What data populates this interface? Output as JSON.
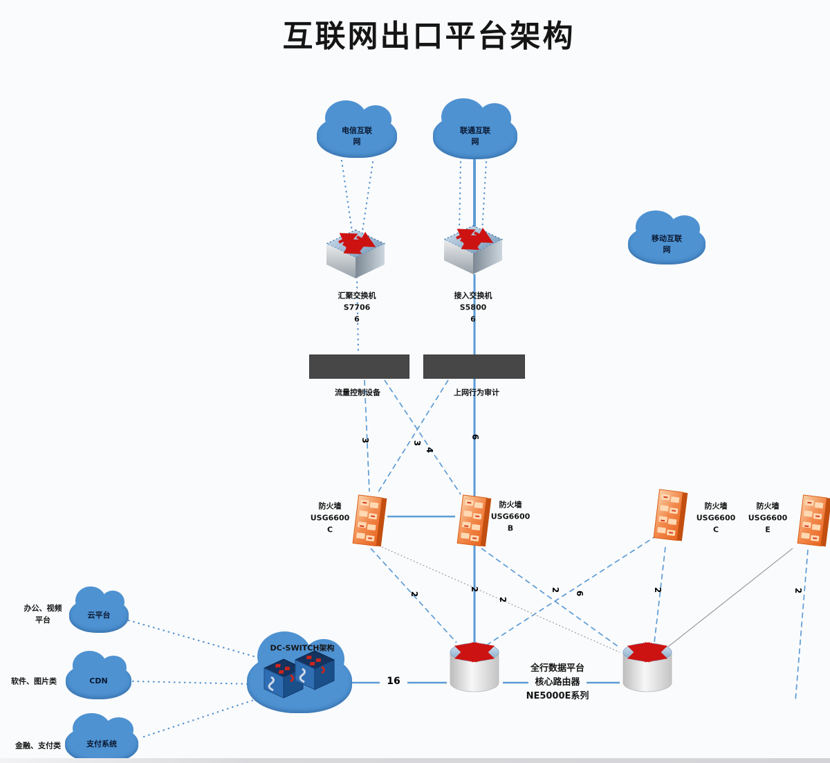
{
  "title": "互联网出口平台架构",
  "colors": {
    "cloud_fill": "#4e92d2",
    "line_blue": "#5b9bd5",
    "bar_fill": "#474747",
    "firewall_orange": "#ed7034",
    "arrow_red": "#cc1312"
  },
  "clouds": {
    "isp_left": "电信互联\n网",
    "isp_mid": "联通互联\n网",
    "isp_right": "移动互联\n网",
    "platform": "云平台",
    "cdn": "CDN",
    "pay": "支付系统"
  },
  "devices": {
    "switch_left": "汇聚交换机\nS7706\n6",
    "switch_mid": "接入交换机\nS5800\n6",
    "bar_left": "流量控制设备",
    "bar_mid": "上网行为审计",
    "fw_a": "防火墙\nUSG6600\nC",
    "fw_b": "防火墙\nUSG6600\nB",
    "fw_c": "防火墙\nUSG6600\nC",
    "fw_d": "防火墙\nUSG6600\nE",
    "dc_cluster": "DC-SWITCH架构",
    "core_router": "全行数据平台\n核心路由器\nNE5000E系列"
  },
  "side_labels": {
    "platform_src": "办公、视频\n平台",
    "cdn_src": "软件、图片类",
    "pay_src": "金融、支付类"
  },
  "link_labels": {
    "a": "3",
    "b": "3",
    "c": "4",
    "d": "6",
    "e": "2",
    "f": "2",
    "g": "2",
    "h": "2",
    "i": "6",
    "j": "2",
    "k": "2",
    "m": "16"
  }
}
